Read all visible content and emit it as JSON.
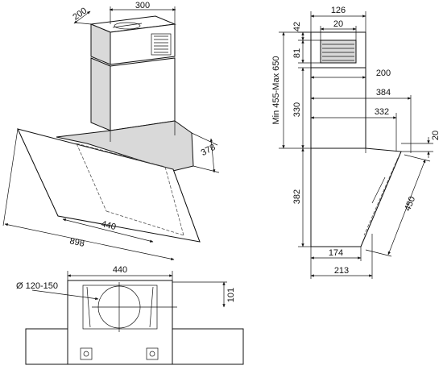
{
  "dimensions": {
    "chimney_depth": "200",
    "chimney_width": "300",
    "hood_depth": "378",
    "inner_width": "440",
    "total_width": "898",
    "bottom_width": "440",
    "duct_diameter": "Ø 120-150",
    "outlet_offset": "101",
    "side_126": "126",
    "side_20_top": "20",
    "side_42": "42",
    "side_81": "81",
    "side_height_range": "Min 455-Max 650",
    "side_200": "200",
    "side_330": "330",
    "side_384": "384",
    "side_332": "332",
    "side_20_right": "20",
    "side_382": "382",
    "side_450": "450",
    "side_174": "174",
    "side_213": "213"
  }
}
